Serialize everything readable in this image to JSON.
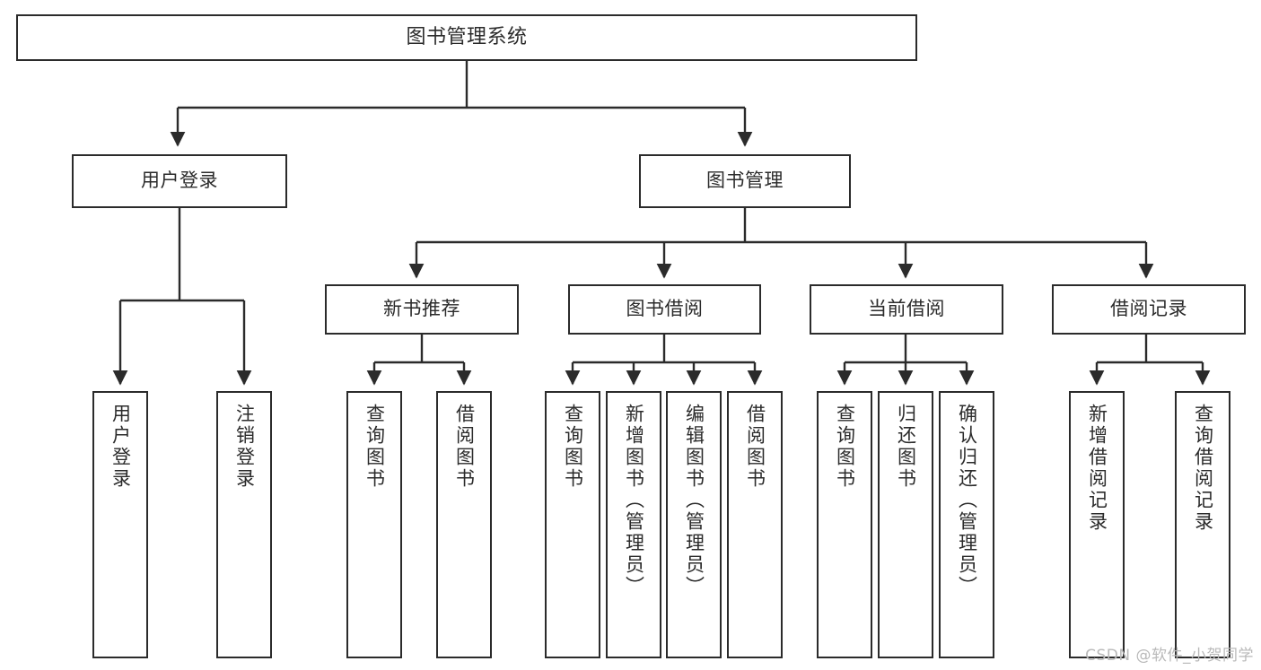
{
  "diagram": {
    "title": "图书管理系统",
    "style": {
      "stroke": "#2b2b2b",
      "fill": "#ffffff",
      "background": "#ffffff",
      "watermark_color": "#b9b9b9"
    },
    "watermark": "CSDN @软件_小贺同学",
    "nodes": {
      "root": {
        "label": "图书管理系统"
      },
      "level2": [
        {
          "label": "用户登录"
        },
        {
          "label": "图书管理"
        }
      ],
      "level3": [
        {
          "label": "新书推荐"
        },
        {
          "label": "图书借阅"
        },
        {
          "label": "当前借阅"
        },
        {
          "label": "借阅记录"
        }
      ],
      "leaves_user_login": [
        {
          "label": "用户登录"
        },
        {
          "label": "注销登录"
        }
      ],
      "leaves_new_book": [
        {
          "label": "查询图书"
        },
        {
          "label": "借阅图书"
        }
      ],
      "leaves_borrow": [
        {
          "label": "查询图书"
        },
        {
          "label": "新增图书（管理员）"
        },
        {
          "label": "编辑图书（管理员）"
        },
        {
          "label": "借阅图书"
        }
      ],
      "leaves_current": [
        {
          "label": "查询图书"
        },
        {
          "label": "归还图书"
        },
        {
          "label": "确认归还（管理员）"
        }
      ],
      "leaves_record": [
        {
          "label": "新增借阅记录"
        },
        {
          "label": "查询借阅记录"
        }
      ]
    }
  }
}
